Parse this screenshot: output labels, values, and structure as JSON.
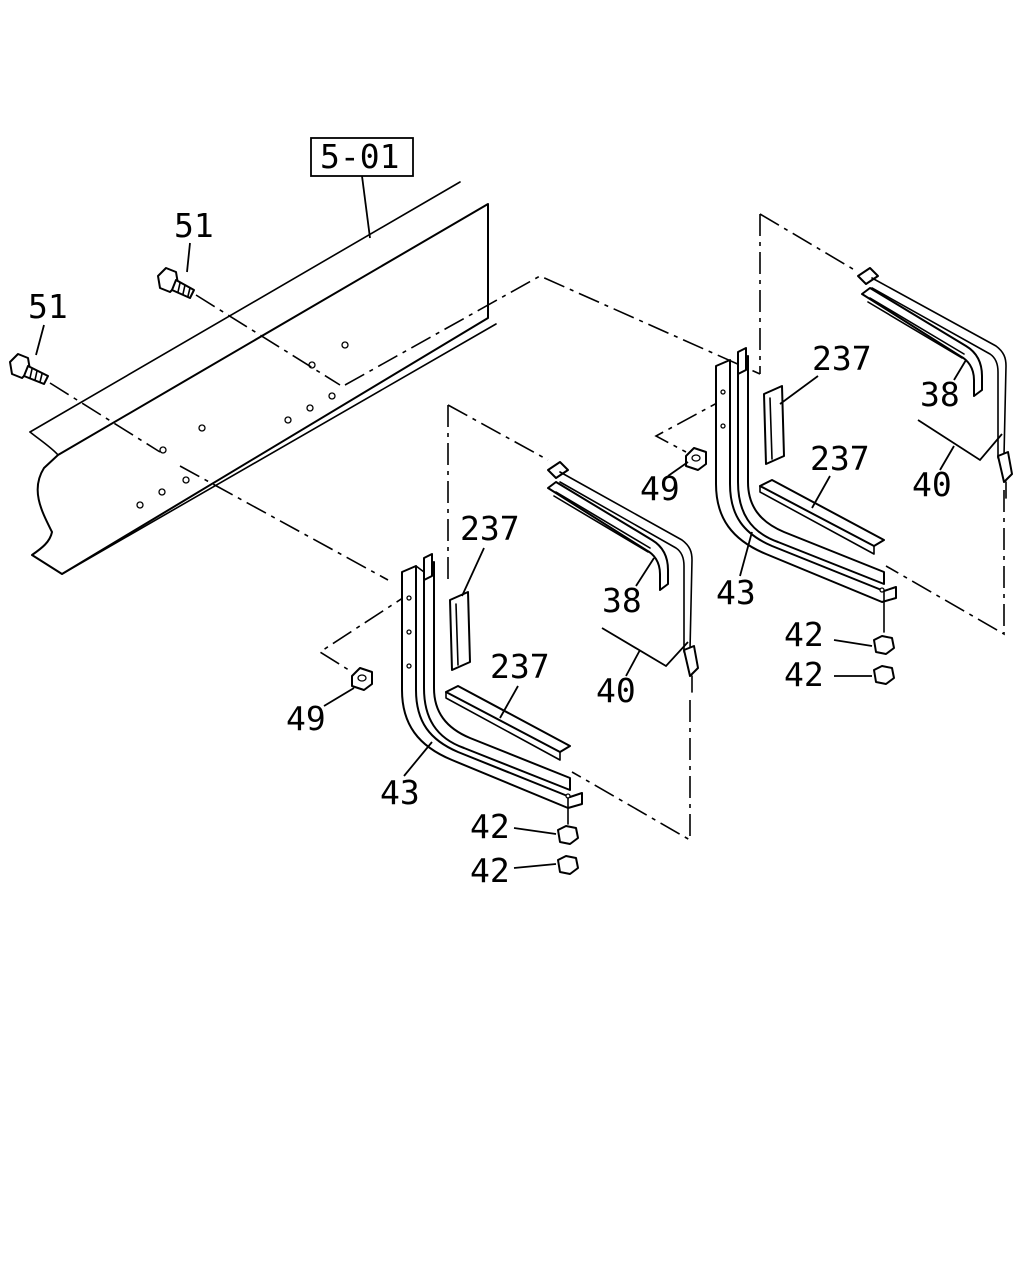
{
  "reference": "5-01",
  "callouts": {
    "bolt_a": "51",
    "bolt_b": "51",
    "nut_left": "49",
    "nut_right": "49",
    "bracket_left": "43",
    "bracket_right": "43",
    "pad_vertical_left": "237",
    "pad_horizontal_left": "237",
    "pad_vertical_right": "237",
    "pad_horizontal_right": "237",
    "strap_pad_left": "38",
    "strap_pad_right": "38",
    "strap_left": "40",
    "strap_right": "40",
    "lock_nut_left_1": "42",
    "lock_nut_left_2": "42",
    "lock_nut_right_1": "42",
    "lock_nut_right_2": "42"
  }
}
